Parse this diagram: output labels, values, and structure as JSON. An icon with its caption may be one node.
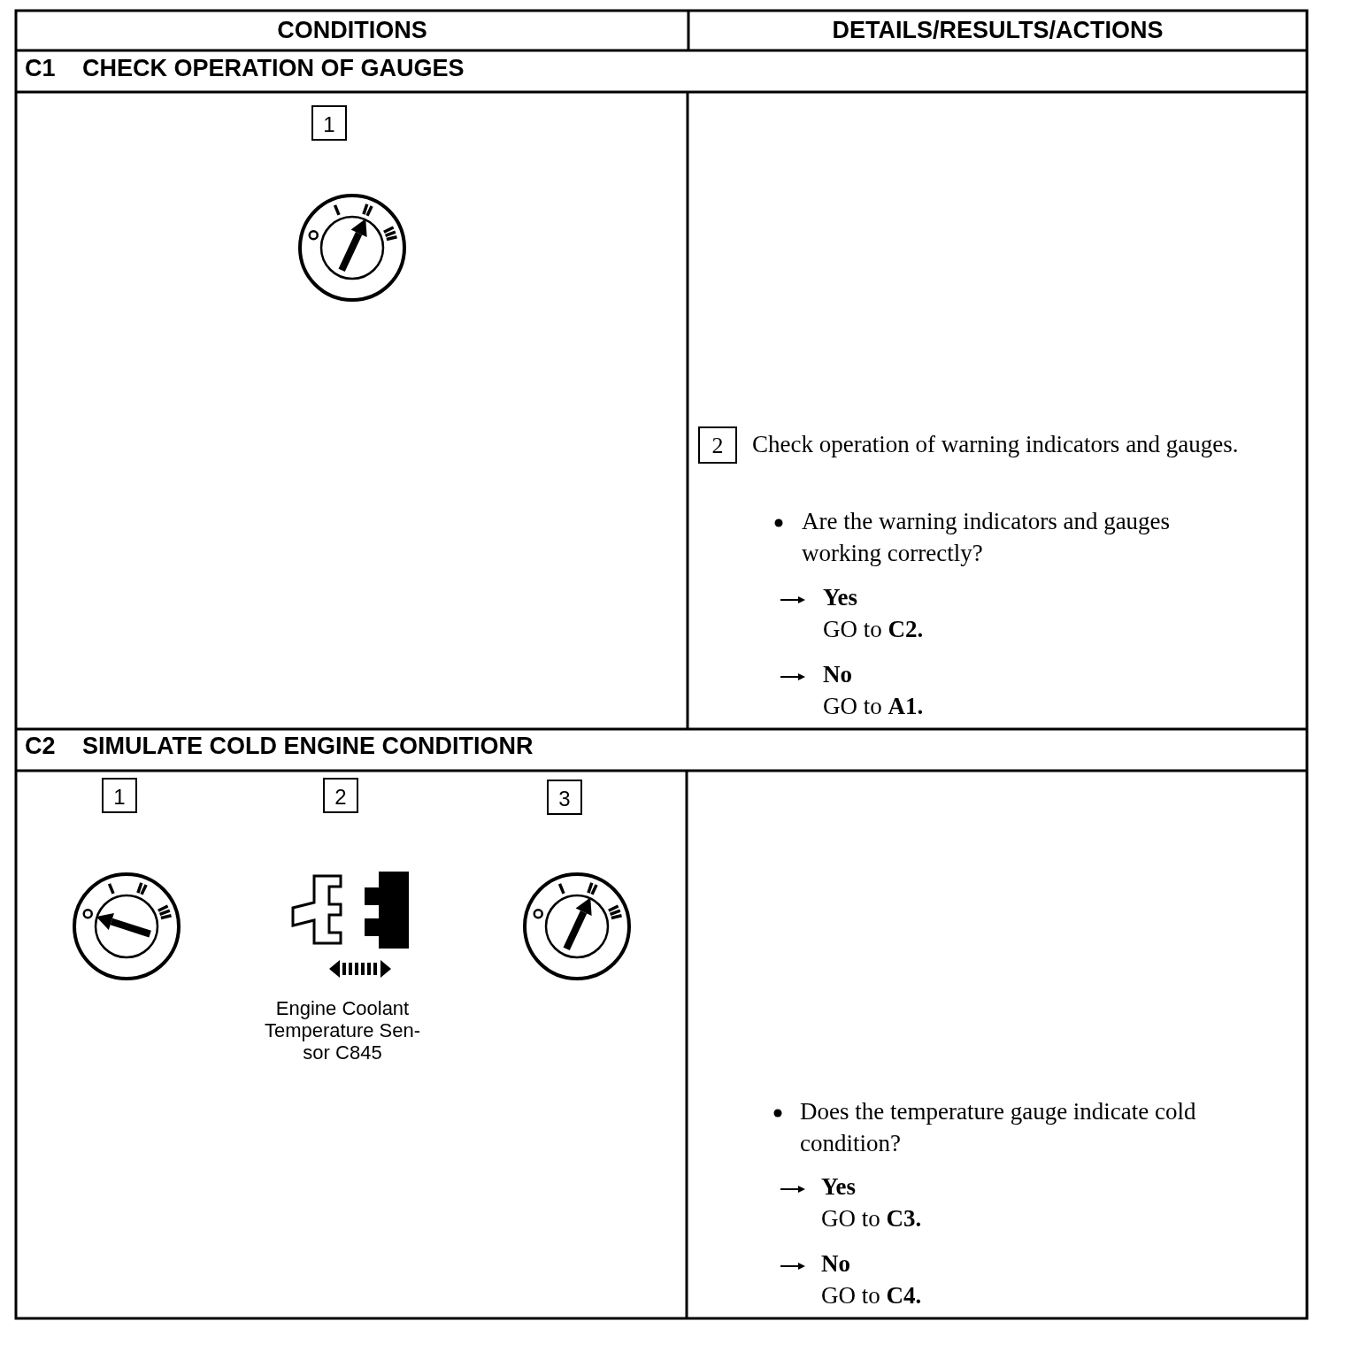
{
  "diagram": {
    "labels": [
      "CONDITIONS",
      "DETAILS/RESULTS/ACTIONS",
      "C1",
      "CHECK OPERATION OF GAUGES",
      "1",
      "2",
      "Check operation of warning indicators and gauges.",
      "Are the warning indicators and gauges working correctly?",
      "Yes",
      "GO to **C2.**",
      "No",
      "GO to **A1.**",
      "C2",
      "SIMULATE COLD ENGINE CONDITIONR",
      "1",
      "2",
      "3",
      "Engine Coolant Temperature Sen- sor C845",
      "Does the temperature gauge indicate cold condition?",
      "Yes",
      "GO to **C3.**",
      "No",
      "GO to **C4.**"
    ]
  }
}
